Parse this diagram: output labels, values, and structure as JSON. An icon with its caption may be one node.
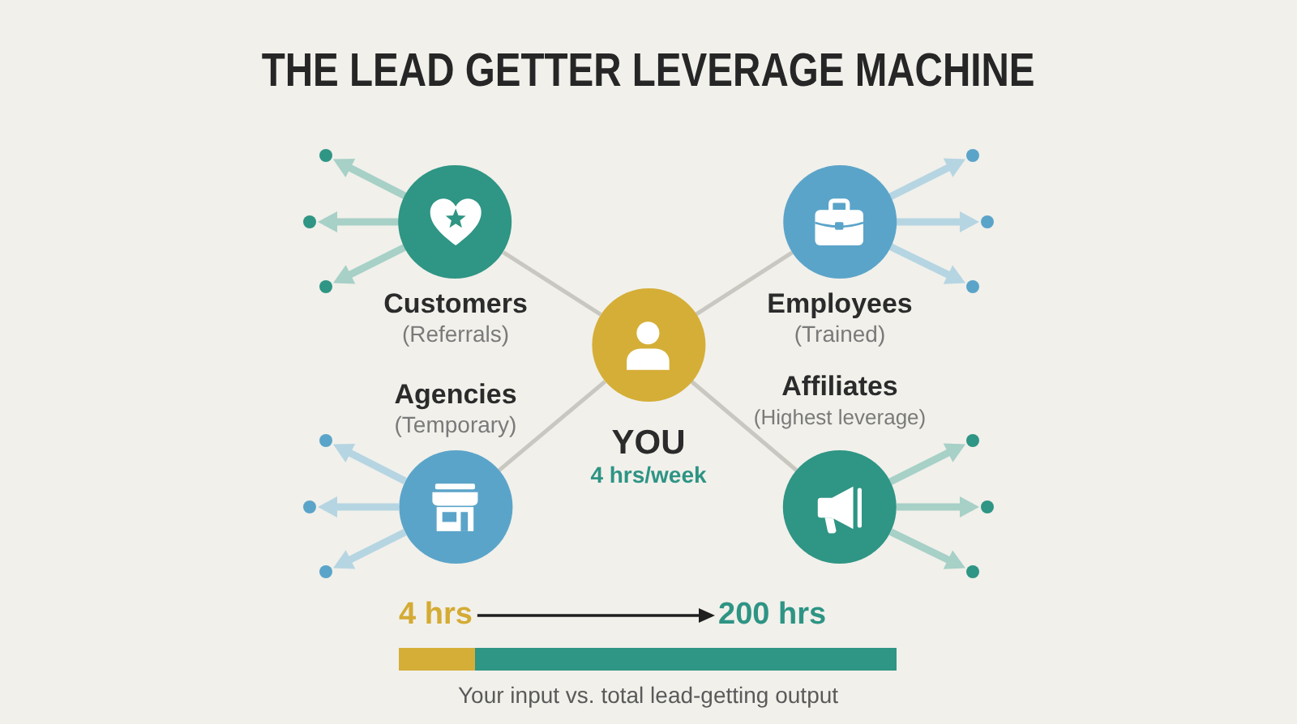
{
  "diagram": {
    "title": "THE LEAD GETTER LEVERAGE MACHINE",
    "nodes": [
      {
        "text": [
          "Customers",
          "(Referrals)"
        ]
      },
      {
        "text": [
          "Employees",
          "(Trained)"
        ]
      },
      {
        "text": [
          "YOU",
          "4 hrs/week"
        ]
      },
      {
        "text": [
          "Agencies",
          "(Temporary)"
        ]
      },
      {
        "text": [
          "Affiliates",
          "(Highest leverage)"
        ]
      },
      {
        "text": [],
        "shape": "circle"
      },
      {
        "text": [],
        "shape": "circle"
      },
      {
        "text": [],
        "shape": "circle"
      },
      {
        "text": [],
        "shape": "circle"
      },
      {
        "text": [],
        "shape": "circle"
      },
      {
        "text": [],
        "shape": "circle"
      },
      {
        "text": [],
        "shape": "circle"
      },
      {
        "text": [],
        "shape": "circle"
      },
      {
        "text": [],
        "shape": "circle"
      },
      {
        "text": [],
        "shape": "circle"
      },
      {
        "text": [],
        "shape": "circle"
      },
      {
        "text": [],
        "shape": "circle"
      },
      {
        "text": [
          "4 hrs"
        ]
      },
      {
        "text": [
          "200 hrs"
        ]
      }
    ],
    "edges": [
      {
        "from": 2,
        "to": 0,
        "arrow": "none",
        "color": "#c8c8c1"
      },
      {
        "from": 2,
        "to": 1,
        "arrow": "none",
        "color": "#c8c8c1"
      },
      {
        "from": 2,
        "to": 3,
        "arrow": "none",
        "color": "#c8c8c1"
      },
      {
        "from": 2,
        "to": 4,
        "arrow": "none",
        "color": "#c8c8c1"
      },
      {
        "from": 0,
        "to": 5,
        "arrow": "to",
        "color": "#a7d0c7"
      },
      {
        "from": 0,
        "to": 6,
        "arrow": "to",
        "color": "#a7d0c7"
      },
      {
        "from": 0,
        "to": 7,
        "arrow": "to",
        "color": "#a7d0c7"
      },
      {
        "from": 1,
        "to": 8,
        "arrow": "to",
        "color": "#b6d5e2"
      },
      {
        "from": 1,
        "to": 9,
        "arrow": "to",
        "color": "#b6d5e2"
      },
      {
        "from": 1,
        "to": 10,
        "arrow": "to",
        "color": "#b6d5e2"
      },
      {
        "from": 3,
        "to": 11,
        "arrow": "to",
        "color": "#b6d5e2"
      },
      {
        "from": 3,
        "to": 12,
        "arrow": "to",
        "color": "#b6d5e2"
      },
      {
        "from": 3,
        "to": 13,
        "arrow": "to",
        "color": "#b6d5e2"
      },
      {
        "from": 4,
        "to": 14,
        "arrow": "to",
        "color": "#a7d0c7"
      },
      {
        "from": 4,
        "to": 15,
        "arrow": "to",
        "color": "#a7d0c7"
      },
      {
        "from": 4,
        "to": 16,
        "arrow": "to",
        "color": "#a7d0c7"
      },
      {
        "from": 17,
        "to": 18,
        "arrow": "to",
        "color": "#1f1f1f"
      }
    ],
    "labels": [
      "Your input vs. total lead-getting output"
    ]
  }
}
